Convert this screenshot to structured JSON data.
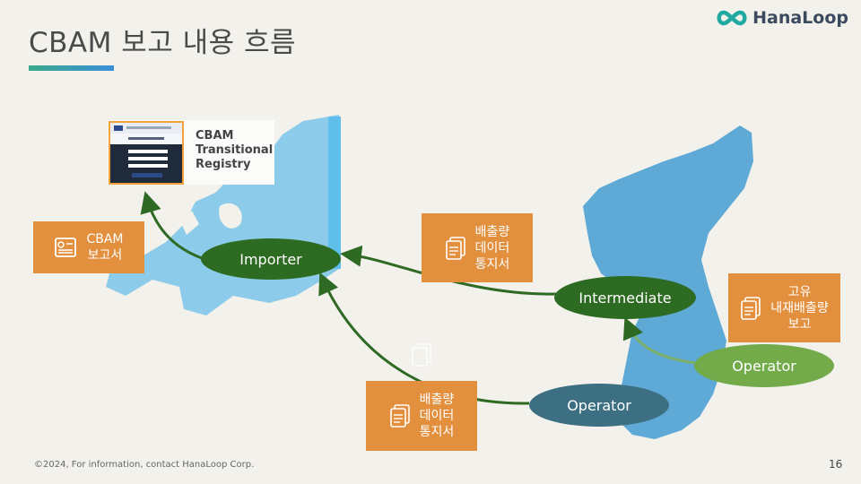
{
  "header": {
    "title": "CBAM 보고 내용 흐름",
    "logo_text": "HanaLoop",
    "accent_gradient": [
      "#3aa98a",
      "#3a8fd9"
    ]
  },
  "registry": {
    "label": "CBAM\nTransitional\nRegistry"
  },
  "boxes": {
    "cbam_report": "CBAM\n보고서",
    "emission_notice_top": "배출량\n데이터\n통지서",
    "emission_notice_bottom": "배출량\n데이터\n통지서",
    "embedded_emission_report": "고유\n내재배출량\n보고"
  },
  "nodes": {
    "importer": "Importer",
    "intermediate": "Intermediate",
    "operator_right": "Operator",
    "operator_bottom": "Operator"
  },
  "colors": {
    "box": "#e28f3e",
    "importer": "#2e6b22",
    "intermediate": "#2e6b22",
    "operator_right": "#73ab4b",
    "operator_bottom": "#3d6f82",
    "map_europe": "#8ccbe9",
    "map_korea": "#5ea9d6"
  },
  "footer": {
    "copyright": "©2024, For information, contact HanaLoop Corp.",
    "page": "16"
  }
}
